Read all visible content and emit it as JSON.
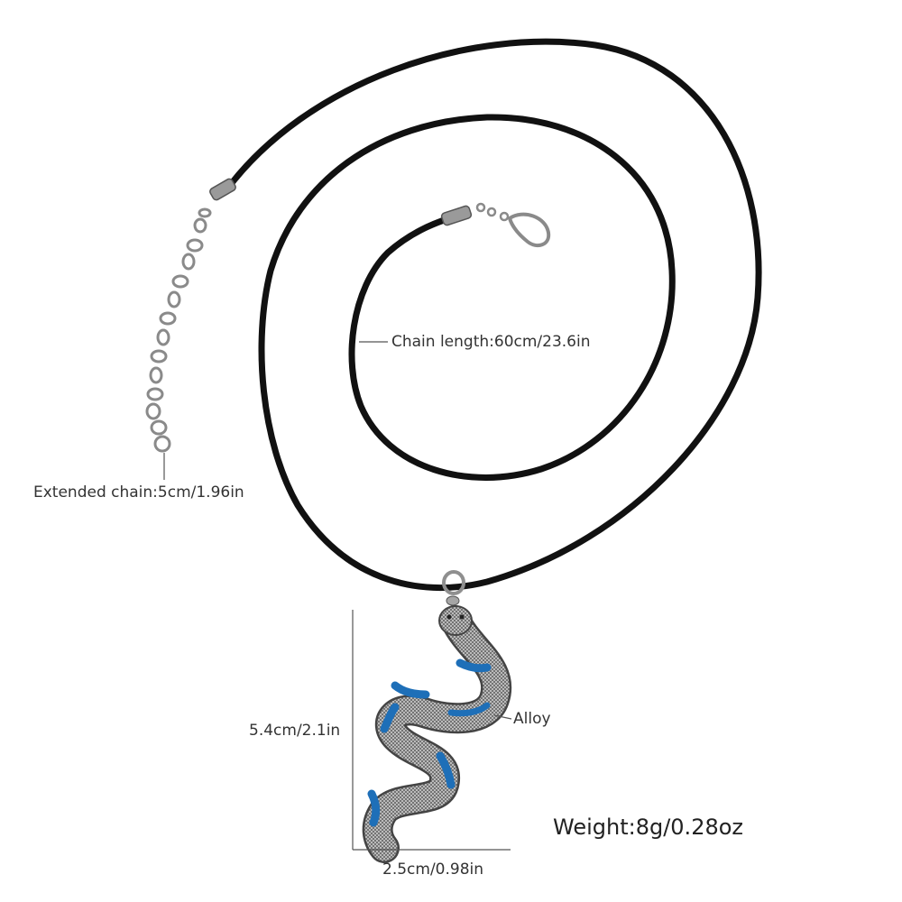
{
  "labels": {
    "chain_length": "Chain length:60cm/23.6in",
    "extended_chain": "Extended chain:5cm/1.96in",
    "pendant_height": "5.4cm/2.1in",
    "pendant_width": "2.5cm/0.98in",
    "material": "Alloy",
    "weight": "Weight:8g/0.28oz"
  },
  "colors": {
    "cord": "#111111",
    "metal": "#b8b8b8",
    "enamel": "#1e6fb8",
    "guide_line": "#555555",
    "text": "#333333"
  }
}
